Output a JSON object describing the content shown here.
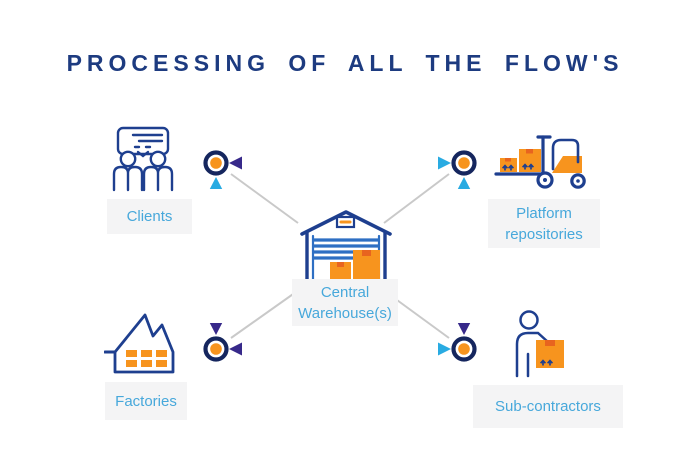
{
  "title": "PROCESSING OF ALL THE FLOW'S",
  "nodes": {
    "clients": {
      "label": "Clients",
      "icon": "clients-presentation-icon"
    },
    "platform_repositories": {
      "line1": "Platform",
      "line2": "repositories",
      "icon": "forklift-icon"
    },
    "central_warehouse": {
      "line1": "Central",
      "line2": "Warehouse(s)",
      "icon": "warehouse-icon"
    },
    "factories": {
      "label": "Factories",
      "icon": "factory-icon"
    },
    "sub_contractors": {
      "label": "Sub-contractors",
      "icon": "worker-with-box-icon"
    }
  },
  "connectors": {
    "top_horizontal": "bidirectional gradient arrow: Clients corner <-> Platform repositories corner",
    "bottom_horizontal": "bidirectional gradient arrow: Factories corner <-> Sub-contractors corner",
    "left_vertical": "bidirectional gradient arrow: Clients corner <-> Factories corner",
    "right_vertical": "bidirectional gradient arrow: Platform repositories corner <-> Sub-contractors corner",
    "diagonals": "four gray lines linking each corner node toward the Central Warehouse(s)"
  },
  "colors": {
    "title_navy": "#1d3b80",
    "icon_navy": "#1e3f8f",
    "node_ring_navy": "#15265e",
    "orange": "#f7941e",
    "orange_dark_notch": "#e8641f",
    "arrow_cyan": "#29abe2",
    "arrow_indigo": "#37298a",
    "door_blue": "#2e6fc3",
    "connector_gray": "#c9c9c9",
    "label_bg": "#f4f4f5",
    "label_text": "#47a8db"
  }
}
